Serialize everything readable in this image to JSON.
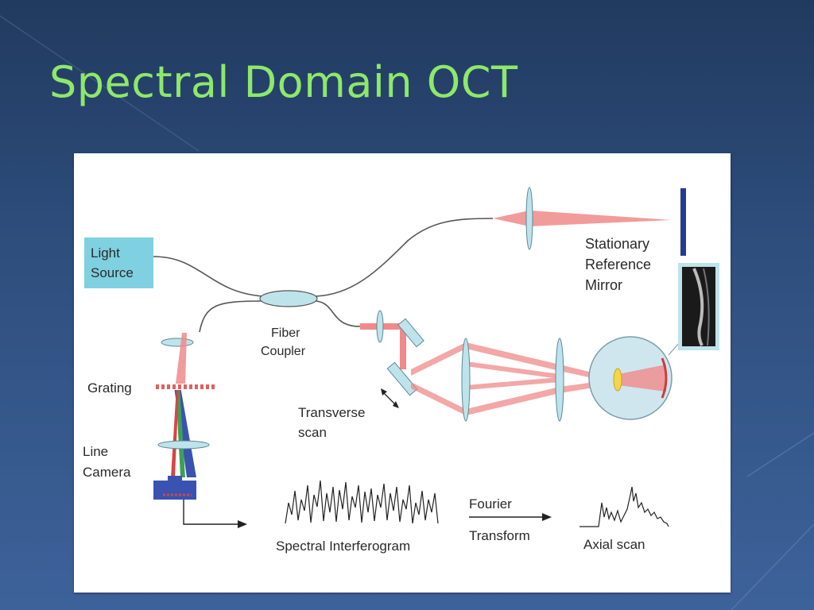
{
  "slide": {
    "title": "Spectral Domain OCT"
  },
  "diagram": {
    "light_source": [
      "Light",
      "Source"
    ],
    "fiber_coupler": [
      "Fiber",
      "Coupler"
    ],
    "reference_mirror": [
      "Stationary",
      "Reference",
      "Mirror"
    ],
    "grating": "Grating",
    "line_camera": [
      "Line",
      "Camera"
    ],
    "transverse_scan": [
      "Transverse",
      "scan"
    ],
    "spectral_interferogram": "Spectral Interferogram",
    "fourier_transform": [
      "Fourier",
      "Transform"
    ],
    "axial_scan": "Axial scan"
  },
  "colors": {
    "title": "#8ee86a",
    "beam": "#f08a8a",
    "light_source_box": "#7fd0e0",
    "optics": "#bfe3ea",
    "camera": "#3a52b0"
  }
}
